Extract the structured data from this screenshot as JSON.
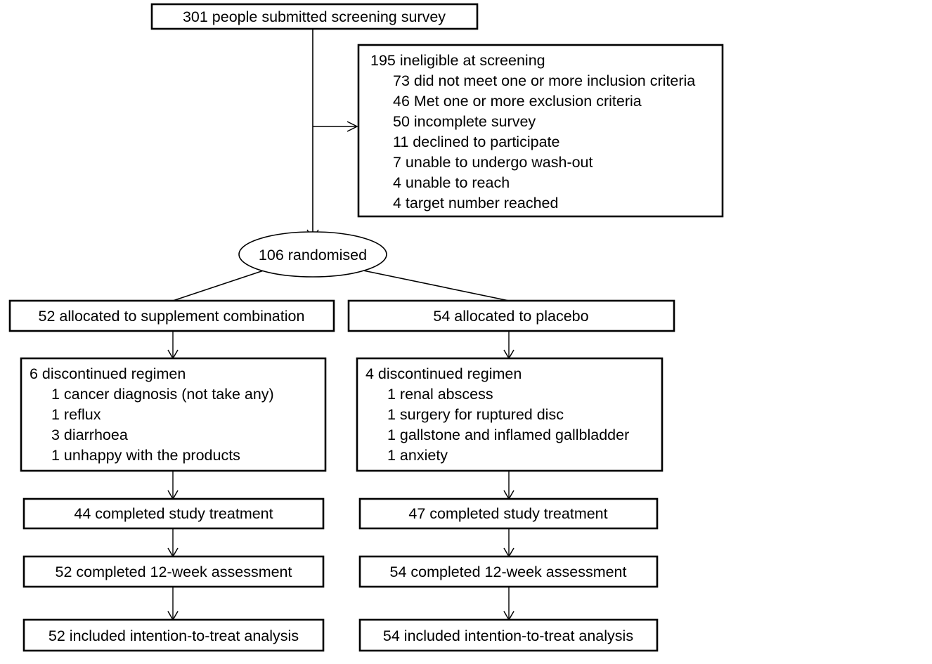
{
  "diagram": {
    "type": "consort-flow-diagram",
    "colors": {
      "stroke": "#000000",
      "background": "#ffffff",
      "text": "#000000"
    },
    "enrollment": {
      "screening_box": "301 people submitted screening survey",
      "exclusion_box": {
        "heading": "195 ineligible at screening",
        "reasons": [
          "73 did not meet one or more inclusion criteria",
          "46 Met one or more exclusion criteria",
          "50 incomplete survey",
          "11 declined to participate",
          "7 unable to undergo wash-out",
          "4 unable to reach",
          "4 target number reached"
        ]
      },
      "randomised": "106 randomised"
    },
    "arms": [
      {
        "id": "intervention",
        "allocation": "52 allocated to  supplement combination",
        "discontinued": {
          "heading": "6 discontinued regimen",
          "reasons": [
            "1 cancer diagnosis (not take any)",
            "1 reflux",
            "3 diarrhoea",
            "1 unhappy with the products"
          ]
        },
        "completed_treatment": "44 completed study treatment",
        "completed_assessment": "52 completed 12-week assessment",
        "analysis": "52 included intention-to-treat analysis"
      },
      {
        "id": "placebo",
        "allocation": "54 allocated to  placebo",
        "discontinued": {
          "heading": "4 discontinued regimen",
          "reasons": [
            "1 renal abscess",
            "1 surgery for ruptured disc",
            "1 gallstone and inflamed gallbladder",
            "1 anxiety"
          ]
        },
        "completed_treatment": "47 completed study treatment",
        "completed_assessment": "54 completed 12-week assessment",
        "analysis": "54 included intention-to-treat analysis"
      }
    ]
  }
}
